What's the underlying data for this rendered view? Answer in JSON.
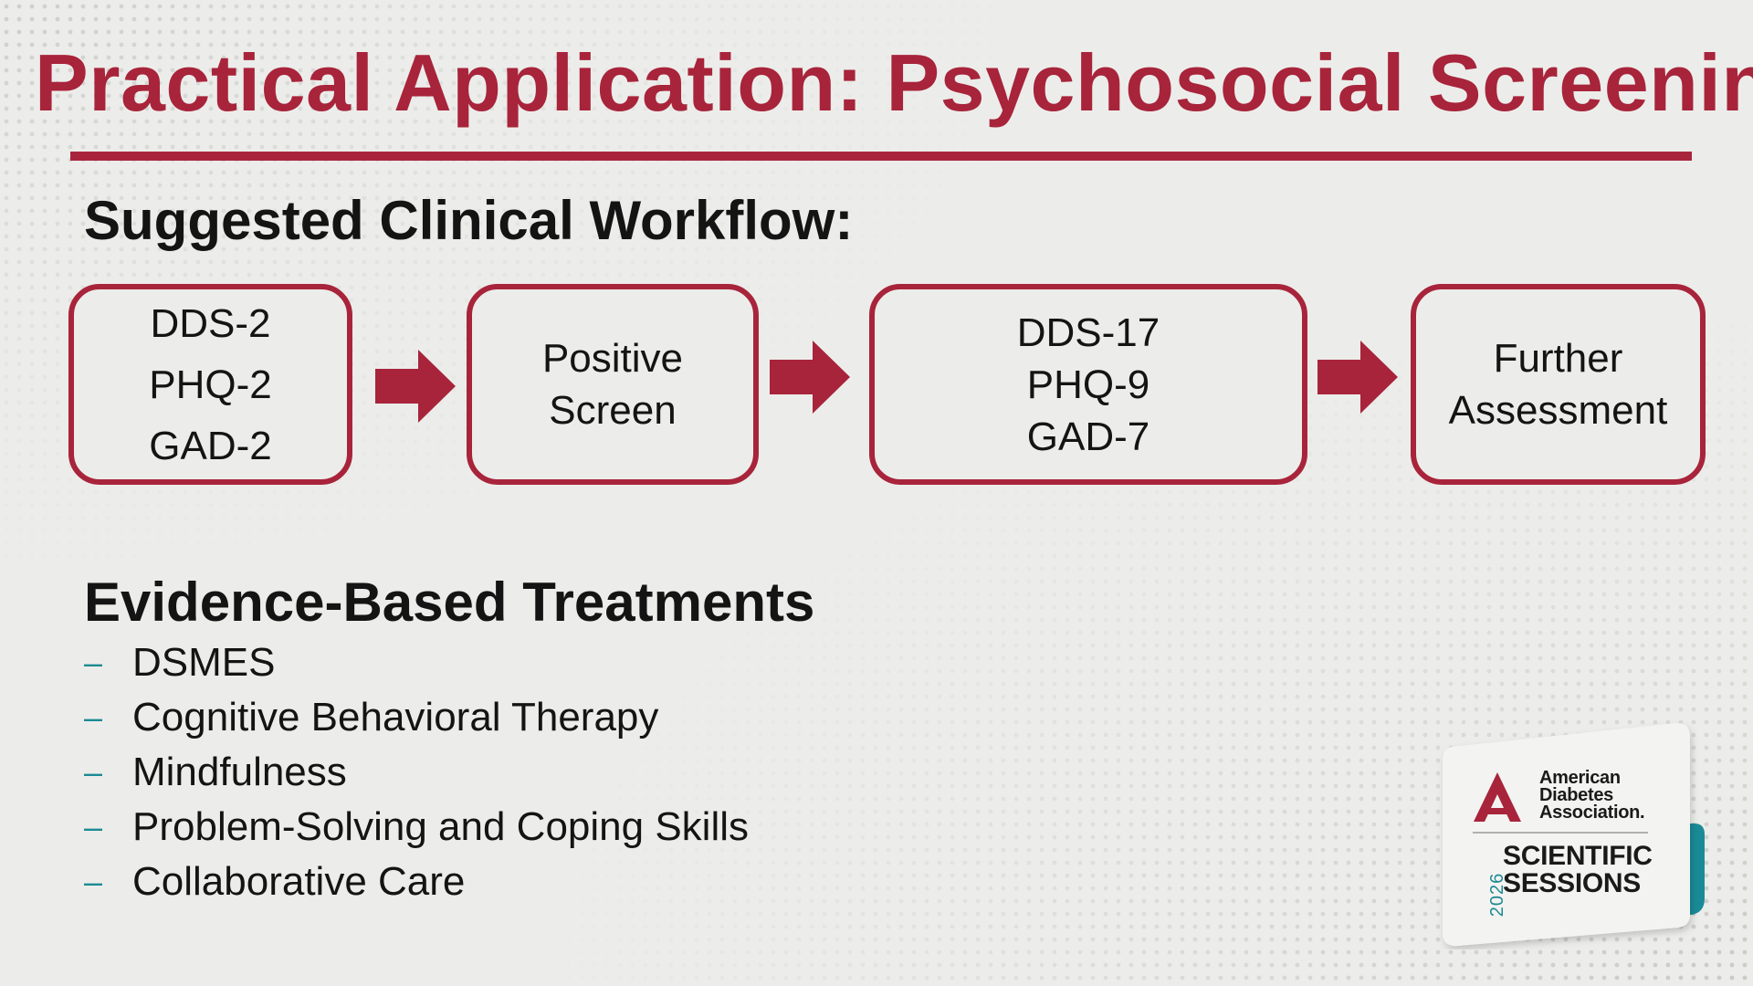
{
  "slide": {
    "title": "Practical Application: Psychosocial Screening",
    "accent_color": "#a8243b",
    "teal_color": "#1c8a94"
  },
  "workflow": {
    "heading": "Suggested Clinical Workflow:",
    "steps": [
      {
        "lines": [
          "DDS-2",
          "PHQ-2",
          "GAD-2"
        ]
      },
      {
        "lines": [
          "Positive",
          "Screen"
        ]
      },
      {
        "lines": [
          "DDS-17",
          "PHQ-9",
          "GAD-7"
        ]
      },
      {
        "lines": [
          "Further",
          "Assessment"
        ]
      }
    ]
  },
  "treatments": {
    "heading": "Evidence-Based Treatments",
    "bullet": "–",
    "items": [
      "DSMES",
      "Cognitive Behavioral Therapy",
      "Mindfulness",
      "Problem-Solving and Coping Skills",
      "Collaborative Care"
    ]
  },
  "badge": {
    "org_lines": [
      "American",
      "Diabetes",
      "Association."
    ],
    "year": "2026",
    "event_lines": [
      "SCIENTIFIC",
      "SESSIONS"
    ]
  }
}
